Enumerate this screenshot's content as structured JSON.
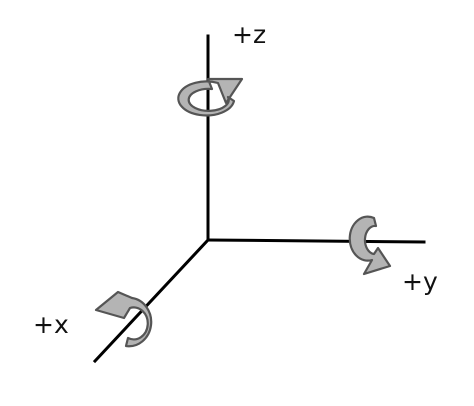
{
  "axes": {
    "z": {
      "label": "+z"
    },
    "y": {
      "label": "+y"
    },
    "x": {
      "label": "+x"
    }
  },
  "colors": {
    "axis": "#000000",
    "arrow_fill": "#b4b4b4",
    "arrow_stroke": "#555555",
    "label": "#111111"
  },
  "icons": {
    "z_rotation": "rotation-arrow-icon",
    "y_rotation": "rotation-arrow-icon",
    "x_rotation": "rotation-arrow-icon"
  }
}
